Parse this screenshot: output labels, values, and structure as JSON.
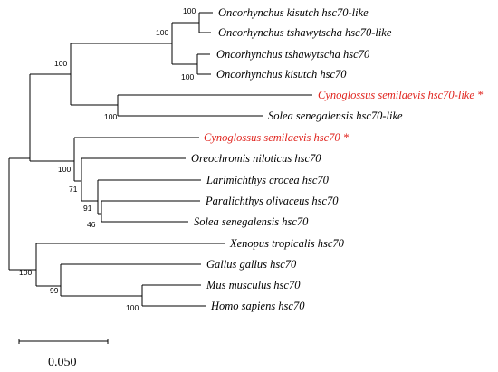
{
  "tree": {
    "leaves": [
      {
        "id": "ok_like",
        "label": "Oncorhynchus kisutch hsc70-like",
        "highlight": false
      },
      {
        "id": "ot_like",
        "label": "Oncorhynchus tshawytscha hsc70-like",
        "highlight": false
      },
      {
        "id": "ot",
        "label": "Oncorhynchus tshawytscha hsc70",
        "highlight": false
      },
      {
        "id": "ok",
        "label": "Oncorhynchus kisutch hsc70",
        "highlight": false
      },
      {
        "id": "cs_like",
        "label": "Cynoglossus semilaevis hsc70-like *",
        "highlight": true
      },
      {
        "id": "ss_like",
        "label": "Solea senegalensis hsc70-like",
        "highlight": false
      },
      {
        "id": "cs",
        "label": "Cynoglossus semilaevis hsc70 *",
        "highlight": true
      },
      {
        "id": "on",
        "label": "Oreochromis niloticus hsc70",
        "highlight": false
      },
      {
        "id": "lc",
        "label": "Larimichthys crocea hsc70",
        "highlight": false
      },
      {
        "id": "po",
        "label": "Paralichthys olivaceus hsc70",
        "highlight": false
      },
      {
        "id": "ss",
        "label": "Solea senegalensis hsc70",
        "highlight": false
      },
      {
        "id": "xt",
        "label": "Xenopus tropicalis hsc70",
        "highlight": false
      },
      {
        "id": "gg",
        "label": "Gallus gallus hsc70",
        "highlight": false
      },
      {
        "id": "mm",
        "label": "Mus musculus hsc70",
        "highlight": false
      },
      {
        "id": "hs",
        "label": "Homo sapiens hsc70",
        "highlight": false
      }
    ],
    "bootstrap": {
      "onco_like": "100",
      "onco_like_pair": "100",
      "onco_pair": "100",
      "salmonid": "100",
      "solea_cyno_like": "100",
      "perciform": "100",
      "larimichthys": "71",
      "flatfish": "91",
      "solea": "46",
      "tetrapod": "100",
      "mammal_bird": "99",
      "mammal": "100"
    }
  },
  "scale_bar": {
    "label": "0.050",
    "value": 0.05
  }
}
